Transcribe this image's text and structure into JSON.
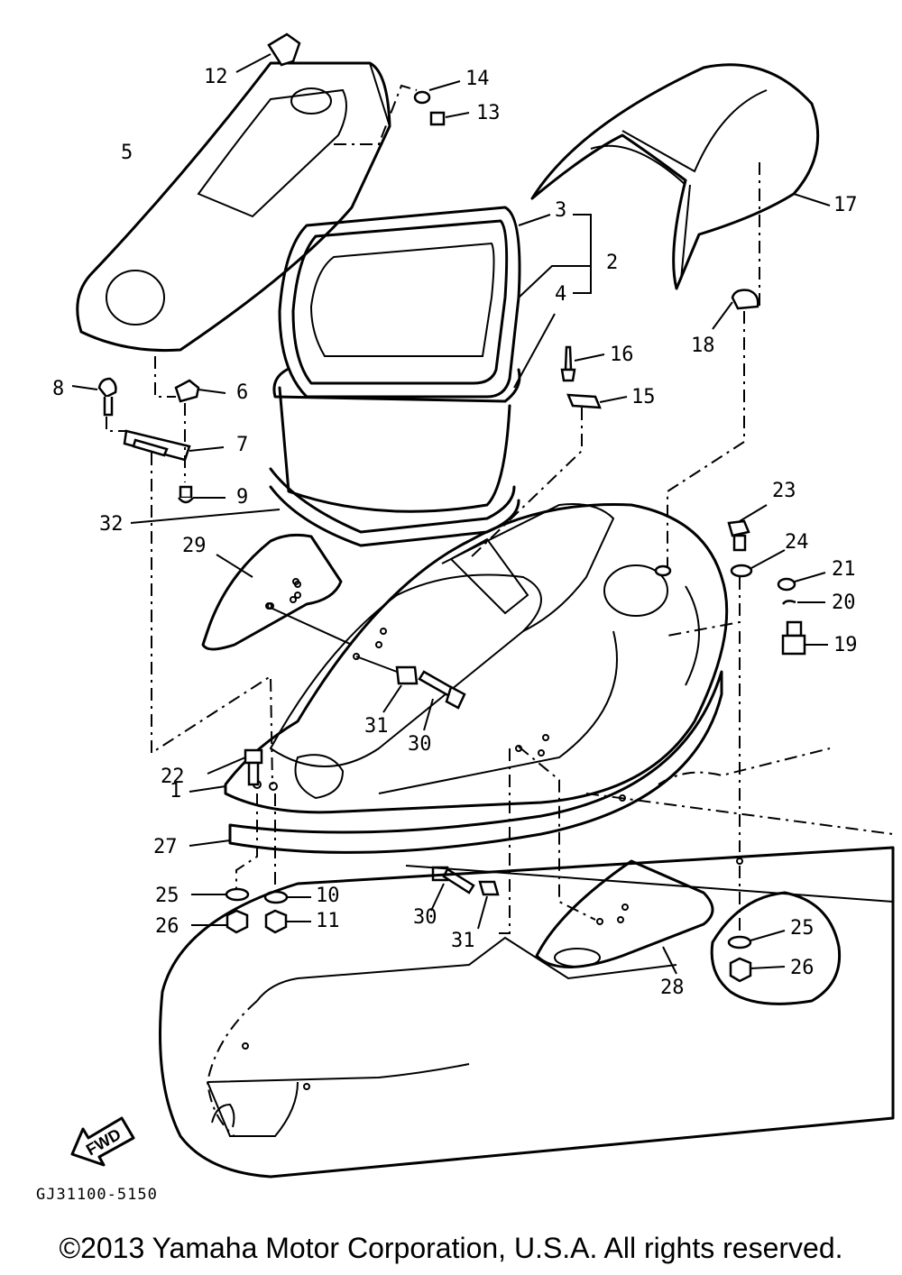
{
  "diagram": {
    "drawing_code": "GJ31100-5150",
    "direction_label": "FWD",
    "callouts": [
      "1",
      "2",
      "3",
      "4",
      "5",
      "6",
      "7",
      "8",
      "9",
      "10",
      "11",
      "12",
      "13",
      "14",
      "15",
      "16",
      "17",
      "18",
      "19",
      "20",
      "21",
      "22",
      "23",
      "24",
      "25",
      "26",
      "27",
      "28",
      "29",
      "30",
      "31",
      "32"
    ]
  },
  "footer": {
    "copyright": "©2013 Yamaha Motor Corporation, U.S.A. All rights reserved."
  }
}
